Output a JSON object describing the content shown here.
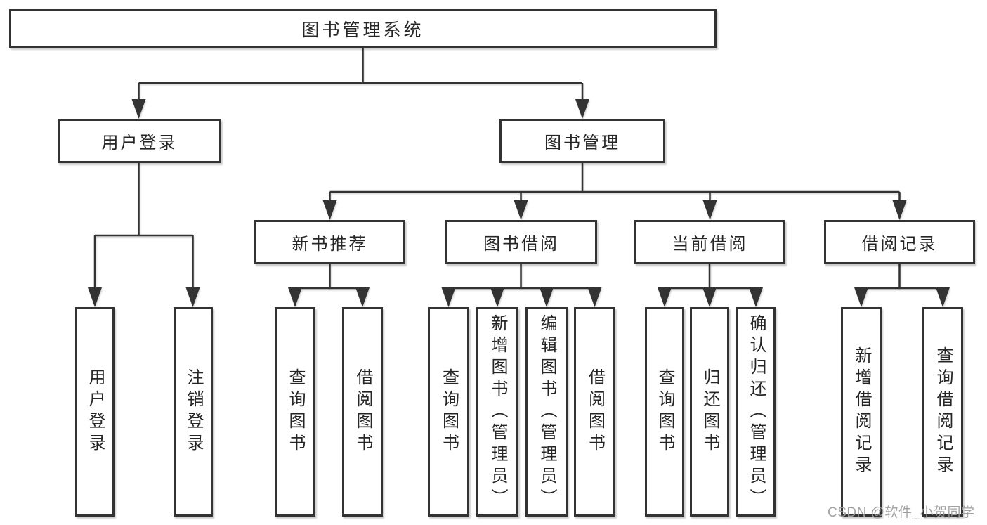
{
  "page": {
    "background": "#ffffff"
  },
  "style": {
    "line_color": "#333333",
    "box_border_color": "#333333",
    "text_color": "#262626",
    "watermark_color": "#9e9e9e"
  },
  "watermark": {
    "text": "CSDN @软件_小贺同学"
  },
  "tree": {
    "root": {
      "label": "图书管理系统"
    },
    "branches": [
      {
        "label": "用户登录",
        "children": [
          {
            "label": "用户登录"
          },
          {
            "label": "注销登录"
          }
        ]
      },
      {
        "label": "图书管理",
        "children": [
          {
            "label": "新书推荐",
            "children": [
              {
                "label": "查询图书"
              },
              {
                "label": "借阅图书"
              }
            ]
          },
          {
            "label": "图书借阅",
            "children": [
              {
                "label": "查询图书"
              },
              {
                "label": "新增图书（管理员）"
              },
              {
                "label": "编辑图书（管理员）"
              },
              {
                "label": "借阅图书"
              }
            ]
          },
          {
            "label": "当前借阅",
            "children": [
              {
                "label": "查询图书"
              },
              {
                "label": "归还图书"
              },
              {
                "label": "确认归还（管理员）"
              }
            ]
          },
          {
            "label": "借阅记录",
            "children": [
              {
                "label": "新增借阅记录"
              },
              {
                "label": "查询借阅记录"
              }
            ]
          }
        ]
      }
    ]
  }
}
